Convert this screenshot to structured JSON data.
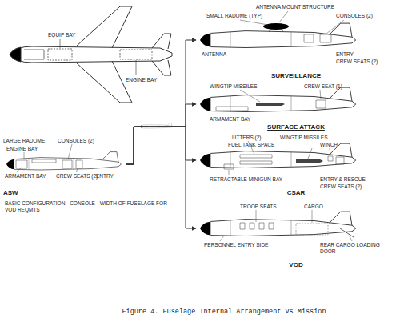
{
  "diagram": {
    "caption": "Figure 4.  Fuselage Internal Arrangement vs Mission",
    "nodes": [
      {
        "text": [
          "ASW"
        ]
      },
      {
        "text": [
          "SURVEILLANCE"
        ]
      },
      {
        "text": [
          "SURFACE ATTACK"
        ]
      },
      {
        "text": [
          "CSAR"
        ]
      },
      {
        "text": [
          "VOD"
        ]
      }
    ],
    "edges": [
      {
        "from": 0,
        "to": 1,
        "arrow": "to"
      },
      {
        "from": 0,
        "to": 2,
        "arrow": "to"
      },
      {
        "from": 0,
        "to": 3,
        "arrow": "to"
      },
      {
        "from": 0,
        "to": 4,
        "arrow": "to"
      }
    ],
    "labels": [
      "EQUIP BAY",
      "ENGINE BAY",
      "ENGINE BAY",
      "LARGE RADOME",
      "CONSOLES (2)",
      "ARMAMENT BAY",
      "ENTRY",
      "CREW SEATS (2)",
      "BASIC CONFIGURATION - CONSOLE - WIDTH OF FUSELAGE FOR VOD REQMTS",
      "SMALL RADOME (TYP)",
      "ANTENNA MOUNT STRUCTURE",
      "CONSOLES (2)",
      "ANTENNA",
      "ENTRY",
      "CREW SEATS (2)",
      "WINGTIP MISSILES",
      "CREW SEAT (1)",
      "ARMAMENT BAY",
      "LITTERS (2)",
      "FUEL TANK SPACE",
      "WINGTIP MISSILES",
      "WINCH",
      "RETRACTABLE MINIGUN BAY",
      "ENTRY & RESCUE",
      "CREW SEATS (2)",
      "TROOP SEATS",
      "CARGO",
      "PERSONNEL ENTRY SIDE",
      "REAR CARGO LOADING DOOR"
    ]
  }
}
